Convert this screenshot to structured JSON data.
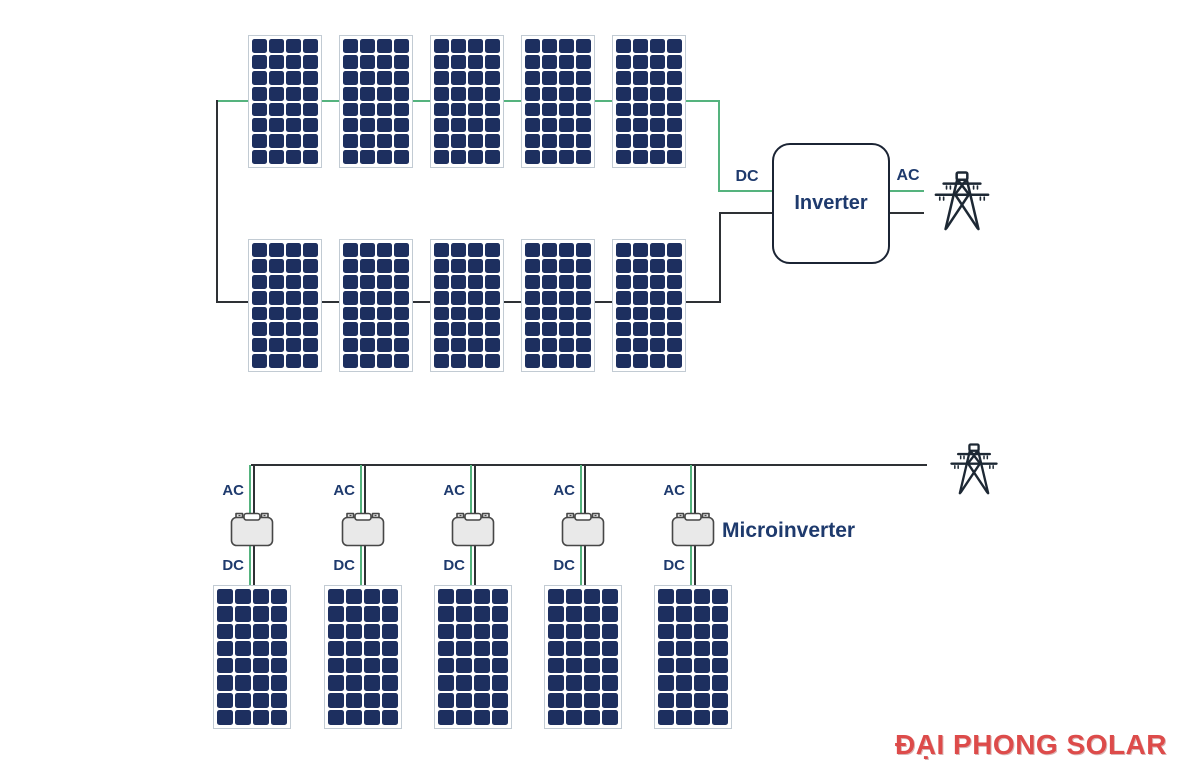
{
  "string_system": {
    "dc_label": "DC",
    "ac_label": "AC",
    "inverter_label": "Inverter",
    "rows": 2,
    "panels_per_row": 5,
    "panel_cells_cols": 4,
    "panel_cells_rows": 8
  },
  "micro_system": {
    "ac_label": "AC",
    "dc_label": "DC",
    "microinverter_label": "Microinverter",
    "units": 5,
    "panel_cells_cols": 4,
    "panel_cells_rows": 8
  },
  "branding": {
    "text": "ĐẠI PHONG SOLAR"
  },
  "colors": {
    "navy_text": "#1e3a6d",
    "panel_cell": "#1d2f5f",
    "panel_frame": "#c2cbd3",
    "wire_green": "#55b37e",
    "wire_dark": "#2e3135",
    "inverter_border": "#1b2434",
    "microinverter_fill": "#e9e9e9",
    "microinverter_stroke": "#474747",
    "tower_stroke": "#1d2834",
    "brand_red": "#dd4b4a"
  },
  "icons": {
    "grid_tower": "transmission-tower-icon",
    "microinverter": "microinverter-icon"
  }
}
